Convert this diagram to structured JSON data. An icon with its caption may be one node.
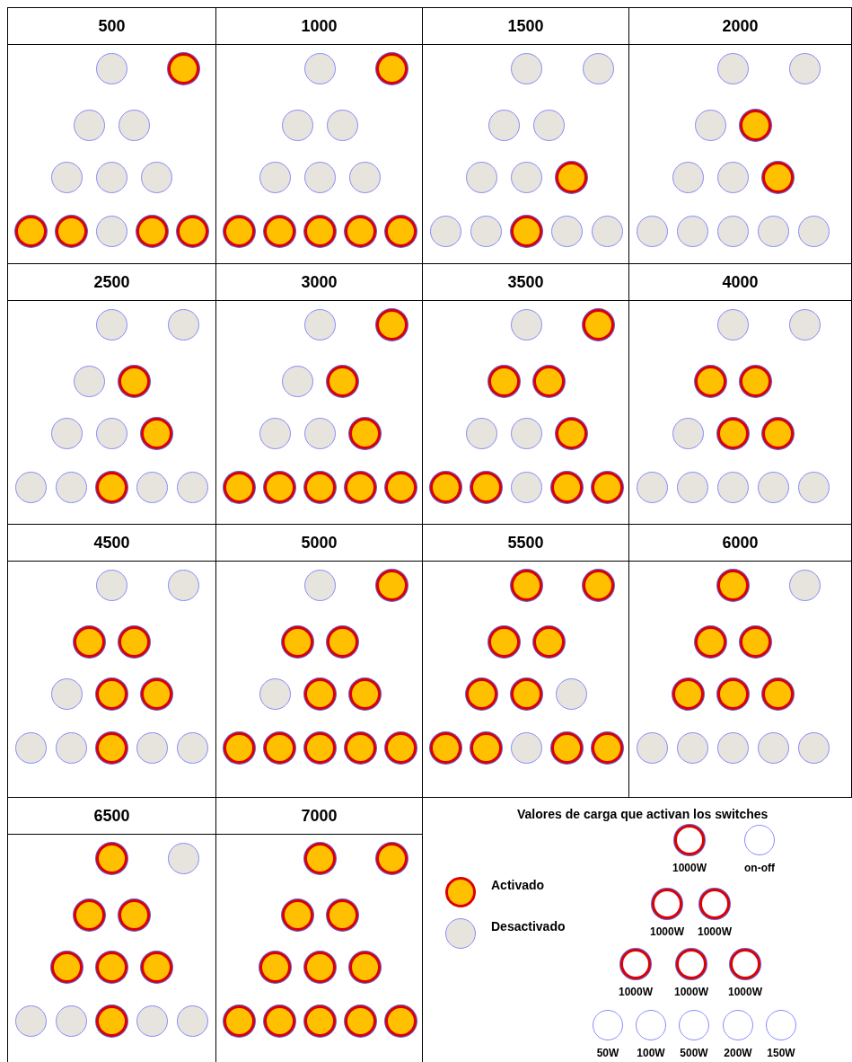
{
  "diagram": {
    "nodes": [
      {
        "text": [
          "500"
        ]
      },
      {
        "text": [],
        "shape": "circle",
        "in": 0
      },
      {
        "text": [],
        "shape": "circle",
        "in": 0
      },
      {
        "text": [],
        "shape": "circle",
        "in": 0
      },
      {
        "text": [],
        "shape": "circle",
        "in": 0
      },
      {
        "text": [],
        "shape": "circle",
        "in": 0
      },
      {
        "text": [],
        "shape": "circle",
        "in": 0
      },
      {
        "text": [],
        "shape": "circle",
        "in": 0
      },
      {
        "text": [],
        "shape": "circle",
        "in": 0
      },
      {
        "text": [],
        "shape": "circle",
        "in": 0
      },
      {
        "text": [],
        "shape": "circle",
        "in": 0
      },
      {
        "text": [],
        "shape": "circle",
        "in": 0
      },
      {
        "text": [],
        "shape": "circle",
        "in": 0
      },
      {
        "text": [
          "1000"
        ]
      },
      {
        "text": [],
        "shape": "circle",
        "in": 13
      },
      {
        "text": [],
        "shape": "circle",
        "in": 13
      },
      {
        "text": [],
        "shape": "circle",
        "in": 13
      },
      {
        "text": [],
        "shape": "circle",
        "in": 13
      },
      {
        "text": [],
        "shape": "circle",
        "in": 13
      },
      {
        "text": [],
        "shape": "circle",
        "in": 13
      },
      {
        "text": [],
        "shape": "circle",
        "in": 13
      },
      {
        "text": [],
        "shape": "circle",
        "in": 13
      },
      {
        "text": [],
        "shape": "circle",
        "in": 13
      },
      {
        "text": [],
        "shape": "circle",
        "in": 13
      },
      {
        "text": [],
        "shape": "circle",
        "in": 13
      },
      {
        "text": [],
        "shape": "circle",
        "in": 13
      },
      {
        "text": [
          "1500"
        ]
      },
      {
        "text": [],
        "shape": "circle",
        "in": 26
      },
      {
        "text": [],
        "shape": "circle",
        "in": 26
      },
      {
        "text": [],
        "shape": "circle",
        "in": 26
      },
      {
        "text": [],
        "shape": "circle",
        "in": 26
      },
      {
        "text": [],
        "shape": "circle",
        "in": 26
      },
      {
        "text": [],
        "shape": "circle",
        "in": 26
      },
      {
        "text": [],
        "shape": "circle",
        "in": 26
      },
      {
        "text": [],
        "shape": "circle",
        "in": 26
      },
      {
        "text": [],
        "shape": "circle",
        "in": 26
      },
      {
        "text": [],
        "shape": "circle",
        "in": 26
      },
      {
        "text": [],
        "shape": "circle",
        "in": 26
      },
      {
        "text": [],
        "shape": "circle",
        "in": 26
      },
      {
        "text": [
          "2000"
        ]
      },
      {
        "text": [],
        "shape": "circle",
        "in": 39
      },
      {
        "text": [],
        "shape": "circle",
        "in": 39
      },
      {
        "text": [],
        "shape": "circle",
        "in": 39
      },
      {
        "text": [],
        "shape": "circle",
        "in": 39
      },
      {
        "text": [],
        "shape": "circle",
        "in": 39
      },
      {
        "text": [],
        "shape": "circle",
        "in": 39
      },
      {
        "text": [],
        "shape": "circle",
        "in": 39
      },
      {
        "text": [],
        "shape": "circle",
        "in": 39
      },
      {
        "text": [],
        "shape": "circle",
        "in": 39
      },
      {
        "text": [],
        "shape": "circle",
        "in": 39
      },
      {
        "text": [],
        "shape": "circle",
        "in": 39
      },
      {
        "text": [],
        "shape": "circle",
        "in": 39
      },
      {
        "text": [
          "2500"
        ]
      },
      {
        "text": [],
        "shape": "circle",
        "in": 52
      },
      {
        "text": [],
        "shape": "circle",
        "in": 52
      },
      {
        "text": [],
        "shape": "circle",
        "in": 52
      },
      {
        "text": [],
        "shape": "circle",
        "in": 52
      },
      {
        "text": [],
        "shape": "circle",
        "in": 52
      },
      {
        "text": [],
        "shape": "circle",
        "in": 52
      },
      {
        "text": [],
        "shape": "circle",
        "in": 52
      },
      {
        "text": [],
        "shape": "circle",
        "in": 52
      },
      {
        "text": [],
        "shape": "circle",
        "in": 52
      },
      {
        "text": [],
        "shape": "circle",
        "in": 52
      },
      {
        "text": [],
        "shape": "circle",
        "in": 52
      },
      {
        "text": [],
        "shape": "circle",
        "in": 52
      },
      {
        "text": [
          "3000"
        ]
      },
      {
        "text": [],
        "shape": "circle",
        "in": 65
      },
      {
        "text": [],
        "shape": "circle",
        "in": 65
      },
      {
        "text": [],
        "shape": "circle",
        "in": 65
      },
      {
        "text": [],
        "shape": "circle",
        "in": 65
      },
      {
        "text": [],
        "shape": "circle",
        "in": 65
      },
      {
        "text": [],
        "shape": "circle",
        "in": 65
      },
      {
        "text": [],
        "shape": "circle",
        "in": 65
      },
      {
        "text": [],
        "shape": "circle",
        "in": 65
      },
      {
        "text": [],
        "shape": "circle",
        "in": 65
      },
      {
        "text": [],
        "shape": "circle",
        "in": 65
      },
      {
        "text": [],
        "shape": "circle",
        "in": 65
      },
      {
        "text": [],
        "shape": "circle",
        "in": 65
      },
      {
        "text": [
          "3500"
        ]
      },
      {
        "text": [],
        "shape": "circle",
        "in": 78
      },
      {
        "text": [],
        "shape": "circle",
        "in": 78
      },
      {
        "text": [],
        "shape": "circle",
        "in": 78
      },
      {
        "text": [],
        "shape": "circle",
        "in": 78
      },
      {
        "text": [],
        "shape": "circle",
        "in": 78
      },
      {
        "text": [],
        "shape": "circle",
        "in": 78
      },
      {
        "text": [],
        "shape": "circle",
        "in": 78
      },
      {
        "text": [],
        "shape": "circle",
        "in": 78
      },
      {
        "text": [],
        "shape": "circle",
        "in": 78
      },
      {
        "text": [],
        "shape": "circle",
        "in": 78
      },
      {
        "text": [],
        "shape": "circle",
        "in": 78
      },
      {
        "text": [],
        "shape": "circle",
        "in": 78
      },
      {
        "text": [
          "4000"
        ]
      },
      {
        "text": [],
        "shape": "circle",
        "in": 91
      },
      {
        "text": [],
        "shape": "circle",
        "in": 91
      },
      {
        "text": [],
        "shape": "circle",
        "in": 91
      },
      {
        "text": [],
        "shape": "circle",
        "in": 91
      },
      {
        "text": [],
        "shape": "circle",
        "in": 91
      },
      {
        "text": [],
        "shape": "circle",
        "in": 91
      },
      {
        "text": [],
        "shape": "circle",
        "in": 91
      },
      {
        "text": [],
        "shape": "circle",
        "in": 91
      },
      {
        "text": [],
        "shape": "circle",
        "in": 91
      },
      {
        "text": [],
        "shape": "circle",
        "in": 91
      },
      {
        "text": [],
        "shape": "circle",
        "in": 91
      },
      {
        "text": [],
        "shape": "circle",
        "in": 91
      },
      {
        "text": [
          "4500"
        ]
      },
      {
        "text": [],
        "shape": "circle",
        "in": 104
      },
      {
        "text": [],
        "shape": "circle",
        "in": 104
      },
      {
        "text": [],
        "shape": "circle",
        "in": 104
      },
      {
        "text": [],
        "shape": "circle",
        "in": 104
      },
      {
        "text": [],
        "shape": "circle",
        "in": 104
      },
      {
        "text": [],
        "shape": "circle",
        "in": 104
      },
      {
        "text": [],
        "shape": "circle",
        "in": 104
      },
      {
        "text": [],
        "shape": "circle",
        "in": 104
      },
      {
        "text": [],
        "shape": "circle",
        "in": 104
      },
      {
        "text": [],
        "shape": "circle",
        "in": 104
      },
      {
        "text": [],
        "shape": "circle",
        "in": 104
      },
      {
        "text": [],
        "shape": "circle",
        "in": 104
      },
      {
        "text": [
          "5000"
        ]
      },
      {
        "text": [],
        "shape": "circle",
        "in": 117
      },
      {
        "text": [],
        "shape": "circle",
        "in": 117
      },
      {
        "text": [],
        "shape": "circle",
        "in": 117
      },
      {
        "text": [],
        "shape": "circle",
        "in": 117
      },
      {
        "text": [],
        "shape": "circle",
        "in": 117
      },
      {
        "text": [],
        "shape": "circle",
        "in": 117
      },
      {
        "text": [],
        "shape": "circle",
        "in": 117
      },
      {
        "text": [],
        "shape": "circle",
        "in": 117
      },
      {
        "text": [],
        "shape": "circle",
        "in": 117
      },
      {
        "text": [],
        "shape": "circle",
        "in": 117
      },
      {
        "text": [],
        "shape": "circle",
        "in": 117
      },
      {
        "text": [],
        "shape": "circle",
        "in": 117
      },
      {
        "text": [
          "5500"
        ]
      },
      {
        "text": [],
        "shape": "circle",
        "in": 130
      },
      {
        "text": [],
        "shape": "circle",
        "in": 130
      },
      {
        "text": [],
        "shape": "circle",
        "in": 130
      },
      {
        "text": [],
        "shape": "circle",
        "in": 130
      },
      {
        "text": [],
        "shape": "circle",
        "in": 130
      },
      {
        "text": [],
        "shape": "circle",
        "in": 130
      },
      {
        "text": [],
        "shape": "circle",
        "in": 130
      },
      {
        "text": [],
        "shape": "circle",
        "in": 130
      },
      {
        "text": [],
        "shape": "circle",
        "in": 130
      },
      {
        "text": [],
        "shape": "circle",
        "in": 130
      },
      {
        "text": [],
        "shape": "circle",
        "in": 130
      },
      {
        "text": [],
        "shape": "circle",
        "in": 130
      },
      {
        "text": [
          "6000"
        ]
      },
      {
        "text": [],
        "shape": "circle",
        "in": 143
      },
      {
        "text": [],
        "shape": "circle",
        "in": 143
      },
      {
        "text": [],
        "shape": "circle",
        "in": 143
      },
      {
        "text": [],
        "shape": "circle",
        "in": 143
      },
      {
        "text": [],
        "shape": "circle",
        "in": 143
      },
      {
        "text": [],
        "shape": "circle",
        "in": 143
      },
      {
        "text": [],
        "shape": "circle",
        "in": 143
      },
      {
        "text": [],
        "shape": "circle",
        "in": 143
      },
      {
        "text": [],
        "shape": "circle",
        "in": 143
      },
      {
        "text": [],
        "shape": "circle",
        "in": 143
      },
      {
        "text": [],
        "shape": "circle",
        "in": 143
      },
      {
        "text": [],
        "shape": "circle",
        "in": 143
      },
      {
        "text": [
          "6500"
        ]
      },
      {
        "text": [],
        "shape": "circle",
        "in": 156
      },
      {
        "text": [],
        "shape": "circle",
        "in": 156
      },
      {
        "text": [],
        "shape": "circle",
        "in": 156
      },
      {
        "text": [],
        "shape": "circle",
        "in": 156
      },
      {
        "text": [],
        "shape": "circle",
        "in": 156
      },
      {
        "text": [],
        "shape": "circle",
        "in": 156
      },
      {
        "text": [],
        "shape": "circle",
        "in": 156
      },
      {
        "text": [],
        "shape": "circle",
        "in": 156
      },
      {
        "text": [],
        "shape": "circle",
        "in": 156
      },
      {
        "text": [],
        "shape": "circle",
        "in": 156
      },
      {
        "text": [],
        "shape": "circle",
        "in": 156
      },
      {
        "text": [],
        "shape": "circle",
        "in": 156
      },
      {
        "text": [
          "7000"
        ]
      },
      {
        "text": [],
        "shape": "circle",
        "in": 169
      },
      {
        "text": [],
        "shape": "circle",
        "in": 169
      },
      {
        "text": [],
        "shape": "circle",
        "in": 169
      },
      {
        "text": [],
        "shape": "circle",
        "in": 169
      },
      {
        "text": [],
        "shape": "circle",
        "in": 169
      },
      {
        "text": [],
        "shape": "circle",
        "in": 169
      },
      {
        "text": [],
        "shape": "circle",
        "in": 169
      },
      {
        "text": [],
        "shape": "circle",
        "in": 169
      },
      {
        "text": [],
        "shape": "circle",
        "in": 169
      },
      {
        "text": [],
        "shape": "circle",
        "in": 169
      },
      {
        "text": [],
        "shape": "circle",
        "in": 169
      },
      {
        "text": [],
        "shape": "circle",
        "in": 169
      },
      {
        "text": [],
        "shape": "circle",
        "beside": [
          "1000W"
        ]
      },
      {
        "text": [],
        "shape": "circle",
        "beside": [
          "on-off"
        ]
      },
      {
        "text": [],
        "shape": "circle",
        "beside": [
          "1000W"
        ]
      },
      {
        "text": [],
        "shape": "circle",
        "beside": [
          "1000W"
        ]
      },
      {
        "text": [],
        "shape": "circle",
        "beside": [
          "1000W"
        ]
      },
      {
        "text": [],
        "shape": "circle",
        "beside": [
          "1000W"
        ]
      },
      {
        "text": [],
        "shape": "circle",
        "beside": [
          "1000W"
        ]
      },
      {
        "text": [],
        "shape": "circle",
        "beside": [
          "50W"
        ]
      },
      {
        "text": [],
        "shape": "circle",
        "beside": [
          "100W"
        ]
      },
      {
        "text": [],
        "shape": "circle",
        "beside": [
          "500W"
        ]
      },
      {
        "text": [],
        "shape": "circle",
        "beside": [
          "200W"
        ]
      },
      {
        "text": [],
        "shape": "circle",
        "beside": [
          "150W"
        ]
      }
    ],
    "labels": [
      "Valores de carga que activan los switches"
    ],
    "legend": [
      {
        "text": "Activado",
        "color": "#ffc000"
      },
      {
        "text": "Desactivado",
        "color": "#e6e4dc"
      }
    ]
  }
}
